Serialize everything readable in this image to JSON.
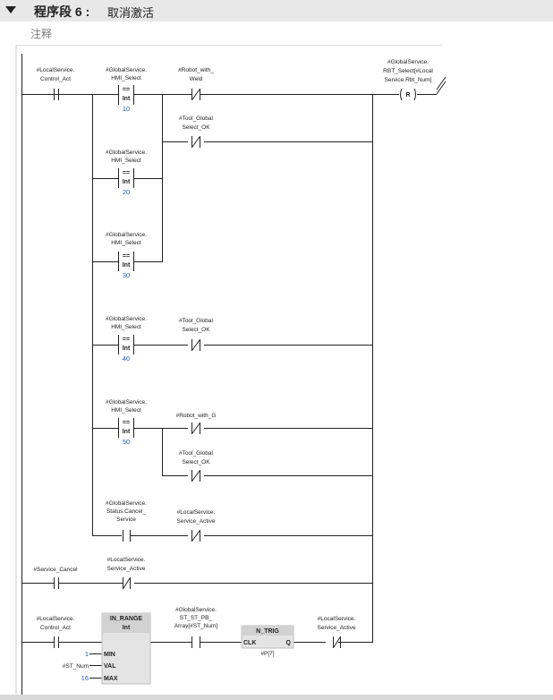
{
  "header": {
    "title": "程序段 6 :",
    "subtitle": "取消激活"
  },
  "comment": {
    "placeholder": "注释"
  },
  "rows": [
    {
      "id": "r1",
      "contact1": {
        "l1": "#LocalService.",
        "l2": "Control_Act"
      },
      "compare": {
        "l1": "#GlobalService.",
        "l2": "HMI_Select",
        "op": "==",
        "type": "Int",
        "value": "10"
      },
      "contact2": {
        "l1": "#Robot_with_",
        "l2": "Weld"
      },
      "coil": {
        "l1": "#GlobalService.",
        "l2": "RBT_Select[#Local",
        "l3": "Service.Rbt_Num]",
        "sym": "R"
      }
    },
    {
      "id": "r2",
      "contact": {
        "l1": "#Tool_Global",
        "l2": "Select_OK"
      }
    },
    {
      "id": "r3",
      "compare": {
        "l1": "#GlobalService.",
        "l2": "HMI_Select",
        "op": "==",
        "type": "Int",
        "value": "20"
      }
    },
    {
      "id": "r4",
      "compare": {
        "l1": "#GlobalService.",
        "l2": "HMI_Select",
        "op": "==",
        "type": "Int",
        "value": "30"
      }
    },
    {
      "id": "r5",
      "compare": {
        "l1": "#GlobalService.",
        "l2": "HMI_Select",
        "op": "==",
        "type": "Int",
        "value": "40"
      },
      "contact": {
        "l1": "#Tool_Global",
        "l2": "Select_OK"
      }
    },
    {
      "id": "r6",
      "compare": {
        "l1": "#GlobalService.",
        "l2": "HMI_Select",
        "op": "==",
        "type": "Int",
        "value": "50"
      },
      "contact": {
        "l1": "#Robot_with_G",
        "l2": ""
      }
    },
    {
      "id": "r7",
      "contact": {
        "l1": "#Tool_Global",
        "l2": "Select_OK"
      }
    },
    {
      "id": "r8",
      "contact1": {
        "l1": "#GlobalService.",
        "l2": "Status.Cancel_",
        "l3": "Service"
      },
      "contact2": {
        "l1": "#LocalService.",
        "l2": "Service_Active"
      }
    },
    {
      "id": "r9",
      "contact1": {
        "l1": "#Service_Cancel"
      },
      "contact2": {
        "l1": "#LocalService.",
        "l2": "Service_Active"
      }
    },
    {
      "id": "r10",
      "contact1": {
        "l1": "#LocalService.",
        "l2": "Control_Act"
      },
      "in_range": {
        "title": "IN_RANGE",
        "type": "Int",
        "pins": [
          {
            "name": "MIN",
            "value": "1"
          },
          {
            "name": "VAL",
            "value": "#ST_Num"
          },
          {
            "name": "MAX",
            "value": "16"
          }
        ]
      },
      "contact2": {
        "l1": "#GlobalService.",
        "l2": "ST_ST_PB_",
        "l3": "Array[#ST_Num]"
      },
      "n_trig": {
        "title": "N_TRIG",
        "clk": "CLK",
        "q": "Q",
        "instance": "#P[7]"
      },
      "contact3": {
        "l1": "#LocalService.",
        "l2": "Service_Active"
      }
    }
  ]
}
